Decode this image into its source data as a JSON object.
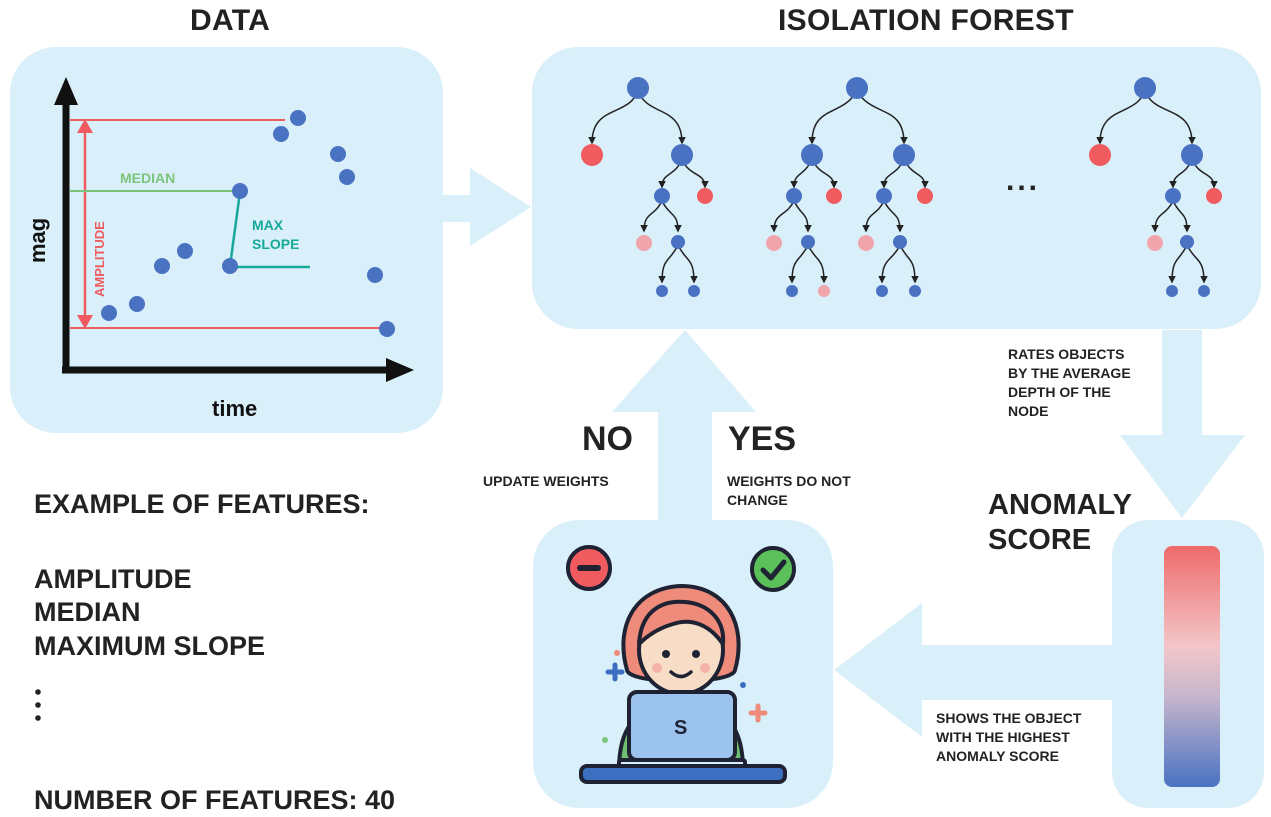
{
  "titles": {
    "data": "DATA",
    "forest": "ISOLATION FOREST"
  },
  "plot": {
    "y_label": "mag",
    "x_label": "time",
    "median_label": "MEDIAN",
    "amplitude_label": "AMPLITUDE",
    "max_slope_label_1": "MAX",
    "max_slope_label_2": "SLOPE"
  },
  "features": {
    "heading": "EXAMPLE OF FEATURES:",
    "items": [
      "AMPLITUDE",
      "MEDIAN",
      "MAXIMUM SLOPE"
    ],
    "count_label": "NUMBER OF FEATURES: 40"
  },
  "forest": {
    "ellipsis": "..."
  },
  "notes": {
    "rates": [
      "RATES OBJECTS",
      "BY THE AVERAGE",
      "DEPTH OF THE",
      "NODE"
    ],
    "shows": [
      "SHOWS THE OBJECT",
      "WITH THE HIGHEST",
      "ANOMALY SCORE"
    ],
    "anomaly_score": [
      "ANOMALY",
      "SCORE"
    ]
  },
  "feedback": {
    "no": "NO",
    "yes": "YES",
    "no_note": "UPDATE WEIGHTS",
    "yes_note": [
      "WEIGHTS DO NOT",
      "CHANGE"
    ],
    "laptop_logo": "S"
  },
  "colors": {
    "panel": "#d9eff9",
    "node_blue": "#4a72c2",
    "node_red": "#ef5b5f",
    "node_pink": "#f0a5ac",
    "amplitude": "#ef5b5f",
    "median": "#7cc47c",
    "slope": "#16a99a",
    "gradient_top": "#ef6b6b",
    "gradient_bottom": "#4a72c2"
  },
  "icons": [
    "minus-circle-icon",
    "check-circle-icon",
    "user-laptop-icon",
    "arrow-icon"
  ]
}
